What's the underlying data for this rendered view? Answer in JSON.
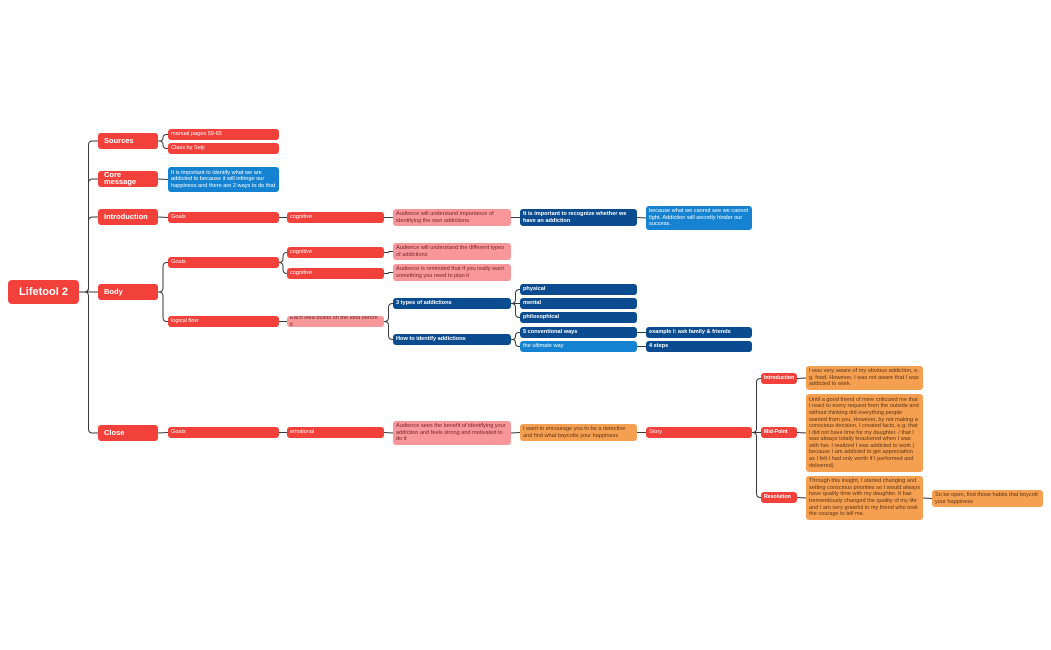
{
  "root": "Lifetool 2",
  "sources": {
    "label": "Sources",
    "items": [
      "manual pages 59-65",
      "Class by Seiji"
    ]
  },
  "core_message": {
    "label": "Core message",
    "text": "It is important to identify what we are addicted to because it will infringe our happiness and there are 2 ways to do that"
  },
  "introduction": {
    "label": "Introduction",
    "goals": "Goals",
    "cognitive": "cognitive",
    "audience": "Audience will understand importance of identifying the own addictions",
    "important": "It is important to recognize whether we have an addiction",
    "because": "because what we cannot see we cannot fight. Addiction will secretly hinder our success."
  },
  "body": {
    "label": "Body",
    "goals": "Goals",
    "cognitive1": "cognitive",
    "cognitive1_text": "Audience will understand the different types of addictions",
    "cognitive2": "cognitive",
    "cognitive2_text": "Audience is reminded that if you really want something you need to plan it",
    "logical_flow": "logical flow",
    "builds": "Each idea builds on the idea before it",
    "types": "3 types of  addictions",
    "physical": "physical",
    "mental": "mental",
    "philosophical": "philosophical",
    "how_identify": "How to identify addictions",
    "conventional": "5 conventional ways",
    "example": "example I: ask family & friends",
    "ultimate": "the ultimate way",
    "steps": "4 steps"
  },
  "close": {
    "label": "Close",
    "goals": "Goals",
    "emotional": "emotional",
    "audience": "Audience sees the benefit of identifying your addiction and feels strong and motivated to do it",
    "encourage": "I want to encourage you to be a detective and find what boycotts your happiness",
    "story": "Story",
    "intro_label": "Introduction",
    "intro_text": "I was very aware of my obvious addiction, e. g. food. However, I was not aware that I was addicted to work.",
    "mid_label": "Mid-Point",
    "mid_text": "Until a good friend of mine criticized me that I react to every request from the outside and without thinking did everything people wanted from you. However, by not making a conscious decision, I created facts, e.g. that I did not have time for my daughter. / that I was always totally knackered when I was with her. I realized I was addicted to work ( because I am addicted to get appreciation as I felt I had only worth if I performed and delivered)",
    "res_label": "Resolution",
    "res_text": "Through this insight, I started changing and setting conscious priorities so I would always have  quality time with my daughter. It has tremendously changed the quality of my life and I am very grateful to my friend who took the courage to tell me.",
    "open_text": "So be open, find those habits that boycott your happiness"
  },
  "colors": {
    "red": "#f2403a",
    "pink": "#f7979a",
    "navy": "#0a4c8f",
    "blue": "#1583d1",
    "orange": "#f5a050",
    "line": "#3a3a3a"
  }
}
